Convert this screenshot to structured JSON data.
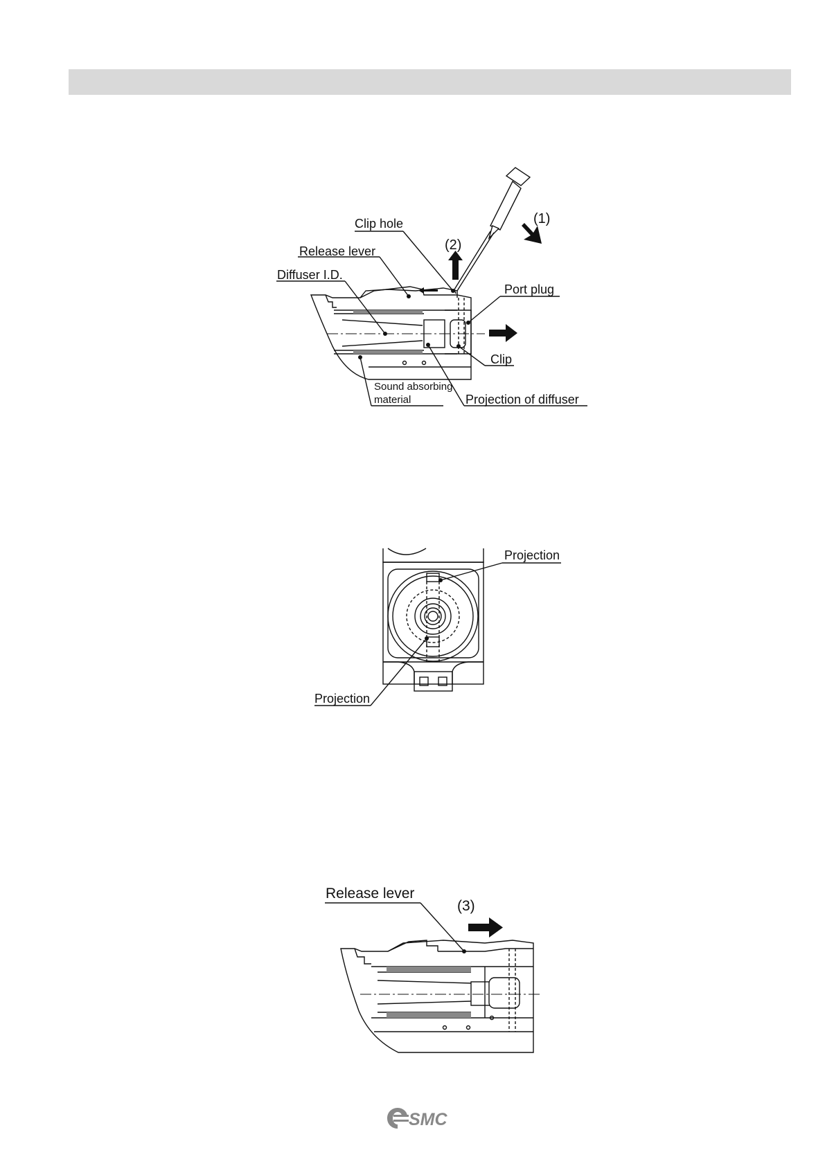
{
  "figure1": {
    "labels": {
      "clip_hole": "Clip hole",
      "release_lever": "Release lever",
      "diffuser_id": "Diffuser I.D.",
      "port_plug": "Port plug",
      "clip": "Clip",
      "projection_of_diffuser": "Projection of diffuser",
      "sound_absorbing_1": "Sound absorbing",
      "sound_absorbing_2": "material",
      "step_1": "(1)",
      "step_2": "(2)"
    }
  },
  "figure2": {
    "labels": {
      "projection_top": "Projection",
      "projection_bottom": "Projection"
    }
  },
  "figure3": {
    "labels": {
      "release_lever": "Release lever",
      "step_3": "(3)"
    }
  },
  "footer": {
    "logo_icon": "smc-logo-icon",
    "logo_text": "SMC"
  }
}
